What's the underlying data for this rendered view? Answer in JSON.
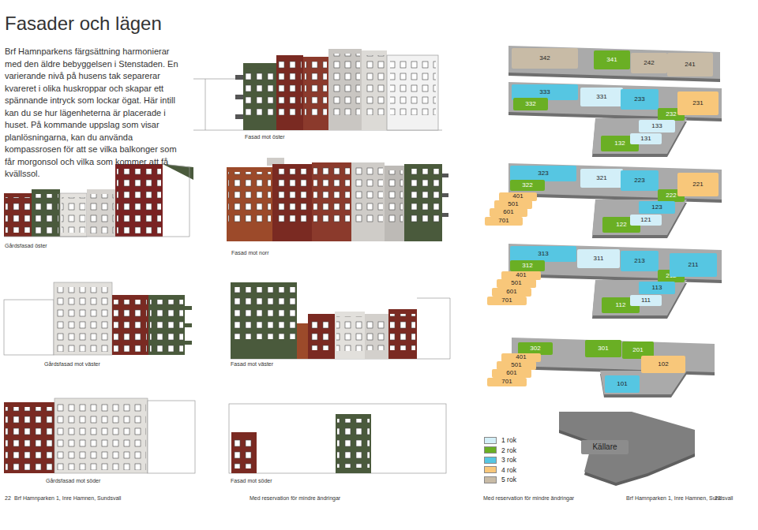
{
  "diagram": {
    "title": "Fasader och lägen",
    "nodes": [
      {
        "text": [
          "342"
        ]
      },
      {
        "text": [
          "341"
        ]
      },
      {
        "text": [
          "242"
        ]
      },
      {
        "text": [
          "241"
        ]
      },
      {
        "text": [
          "333"
        ]
      },
      {
        "text": [
          "332"
        ]
      },
      {
        "text": [
          "331"
        ]
      },
      {
        "text": [
          "233"
        ]
      },
      {
        "text": [
          "232"
        ]
      },
      {
        "text": [
          "231"
        ]
      },
      {
        "text": [
          "133"
        ]
      },
      {
        "text": [
          "132"
        ]
      },
      {
        "text": [
          "131"
        ]
      },
      {
        "text": [
          "323"
        ]
      },
      {
        "text": [
          "322"
        ]
      },
      {
        "text": [
          "401"
        ]
      },
      {
        "text": [
          "501"
        ]
      },
      {
        "text": [
          "601"
        ]
      },
      {
        "text": [
          "701"
        ]
      },
      {
        "text": [
          "321"
        ]
      },
      {
        "text": [
          "223"
        ]
      },
      {
        "text": [
          "222"
        ]
      },
      {
        "text": [
          "221"
        ]
      },
      {
        "text": [
          "123"
        ]
      },
      {
        "text": [
          "122"
        ]
      },
      {
        "text": [
          "121"
        ]
      },
      {
        "text": [
          "313"
        ]
      },
      {
        "text": [
          "312"
        ]
      },
      {
        "text": [
          "401"
        ]
      },
      {
        "text": [
          "501"
        ]
      },
      {
        "text": [
          "601"
        ]
      },
      {
        "text": [
          "701"
        ]
      },
      {
        "text": [
          "311"
        ]
      },
      {
        "text": [
          "213"
        ]
      },
      {
        "text": [
          "212"
        ]
      },
      {
        "text": [
          "211"
        ]
      },
      {
        "text": [
          "113"
        ]
      },
      {
        "text": [
          "112"
        ]
      },
      {
        "text": [
          "111"
        ]
      },
      {
        "text": [
          "302"
        ]
      },
      {
        "text": [
          "401"
        ]
      },
      {
        "text": [
          "501"
        ]
      },
      {
        "text": [
          "601"
        ]
      },
      {
        "text": [
          "701"
        ]
      },
      {
        "text": [
          "301"
        ]
      },
      {
        "text": [
          "201"
        ]
      },
      {
        "text": [
          "102"
        ]
      },
      {
        "text": [
          "101"
        ]
      },
      {
        "text": [
          "Källare"
        ]
      }
    ],
    "labels": [
      "Brf Hamnparkens färgsättning harmonierar med den äldre bebyggelsen i Stenstaden. En varierande nivå på husens tak separerar kvareret i olika huskroppar och skapar ett spännande intryck som lockar ögat. Här intill kan du se hur lägenheterna är placerade i huset. På kommande uppslag som visar planlösningarna, kan du använda kompassrosen för att se vilka balkonger som får morgonsol och vilka som kommer att få kvällssol.",
      "Fasad mot öster",
      "Gårdsfasad öster",
      "Fasad mot norr",
      "Gårdsfasad mot väster",
      "Fasad mot väster",
      "Gårdsfasad mot söder",
      "Fasad mot söder",
      "22",
      "Brf Hamnparken 1, Inre Hamnen, Sundsvall",
      "Med reservation för mindre ändringar",
      "Med reservation för mindre ändringar",
      "Brf Hamnparken 1, Inre Hamnen, Sundsvall",
      "23"
    ],
    "legend": [
      {
        "text": "1 rok",
        "color": "#d3eff8"
      },
      {
        "text": "2 rok",
        "color": "#6aaf24"
      },
      {
        "text": "3 rok",
        "color": "#56c6e2"
      },
      {
        "text": "4 rok",
        "color": "#f8c77a"
      },
      {
        "text": "5 rok",
        "color": "#c8bba6"
      }
    ]
  }
}
